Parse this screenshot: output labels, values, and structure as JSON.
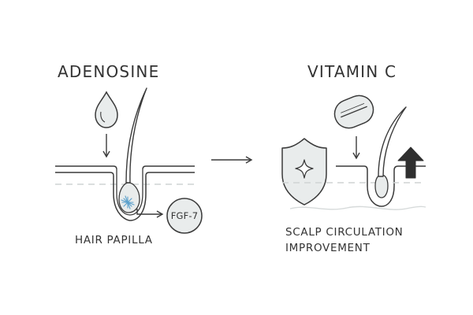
{
  "left_panel": {
    "title": "ADENOSINE",
    "caption": "HAIR PAPILLA",
    "molecule_label": "FGF-7"
  },
  "right_panel": {
    "title": "VITAMIN C",
    "caption_line1": "SCALP CIRCULATION",
    "caption_line2": "IMPROVEMENT"
  },
  "icons": {
    "left": [
      "water-drop-icon",
      "hair-follicle-icon",
      "activation-spark-icon",
      "fgf7-molecule-icon"
    ],
    "middle": [
      "transition-arrow-icon"
    ],
    "right": [
      "capsule-pill-icon",
      "shield-sparkle-icon",
      "hair-strand-icon",
      "growth-up-arrow-icon"
    ]
  },
  "colors": {
    "stroke": "#3a3a3a",
    "fill": "#e9ecec",
    "accent": "#5aa0cc",
    "dashed_line": "#cfd4d4"
  }
}
